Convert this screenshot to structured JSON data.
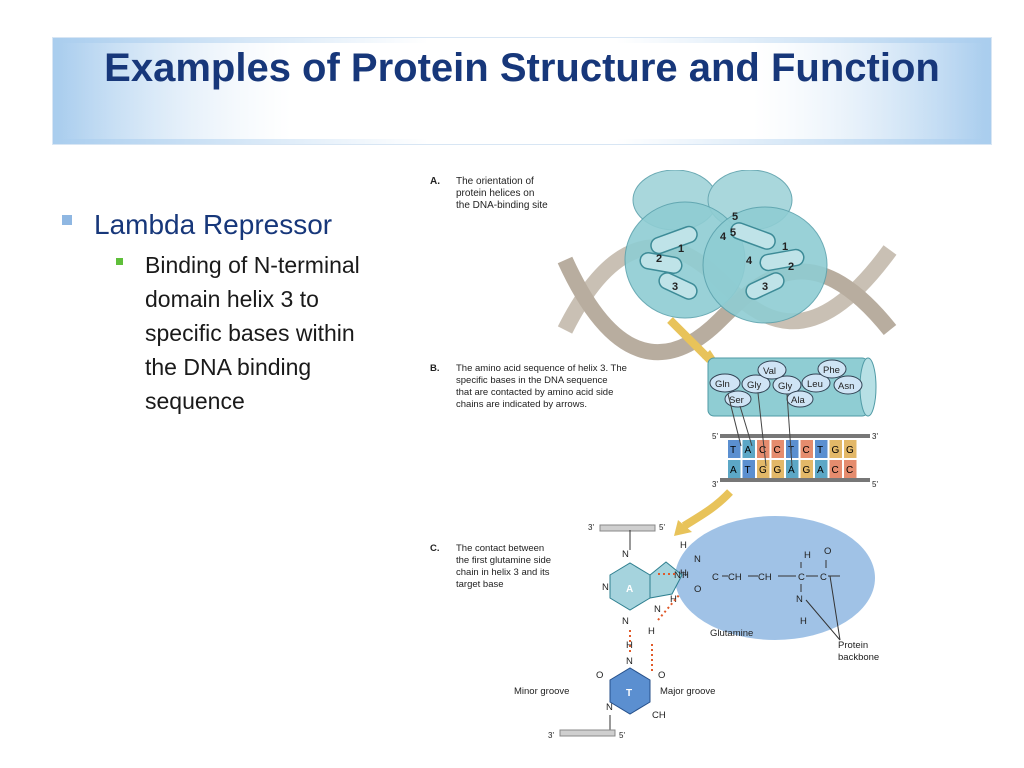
{
  "title": "Examples of Protein Structure and Function",
  "bullets": {
    "level1": "Lambda Repressor",
    "level2": "Binding of N-terminal domain helix 3 to specific bases within the DNA binding sequence"
  },
  "figure": {
    "panel_a": {
      "letter": "A.",
      "caption_lines": [
        "The orientation of",
        "protein helices on",
        "the DNA-binding site"
      ],
      "helix_numbers": [
        "1",
        "2",
        "3",
        "4",
        "5"
      ]
    },
    "panel_b": {
      "letter": "B.",
      "caption_lines": [
        "The amino acid sequence of helix 3. The",
        "specific bases in the DNA sequence",
        "that are contacted by amino acid side",
        "chains are indicated by arrows."
      ],
      "residues": [
        "Gln",
        "Ser",
        "Gly",
        "Gly",
        "Val",
        "Ala",
        "Leu",
        "Phe",
        "Asn"
      ],
      "top_strand": [
        "T",
        "A",
        "C",
        "C",
        "T",
        "C",
        "T",
        "G",
        "G"
      ],
      "bottom_strand": [
        "A",
        "T",
        "G",
        "G",
        "A",
        "G",
        "A",
        "C",
        "C"
      ],
      "ends": {
        "top_left": "5'",
        "top_right": "3'",
        "bottom_left": "3'",
        "bottom_right": "5'"
      }
    },
    "panel_c": {
      "letter": "C.",
      "caption_lines": [
        "The contact between",
        "the first glutamine side",
        "chain in helix 3 and its",
        "target base"
      ],
      "labels": {
        "glutamine": "Glutamine",
        "protein_backbone_1": "Protein",
        "protein_backbone_2": "backbone",
        "minor_groove": "Minor groove",
        "major_groove": "Major groove",
        "base_a": "A",
        "base_t": "T"
      },
      "strand_ends": {
        "top_left": "3'",
        "top_right": "5'",
        "bottom_left": "3'",
        "bottom_right": "5'"
      }
    }
  },
  "colors": {
    "title": "#17377a",
    "helix": "#7fc7cf",
    "T": "#5b8fd0",
    "A": "#5ca7c6",
    "C": "#e58c6e",
    "G": "#e3b868"
  }
}
